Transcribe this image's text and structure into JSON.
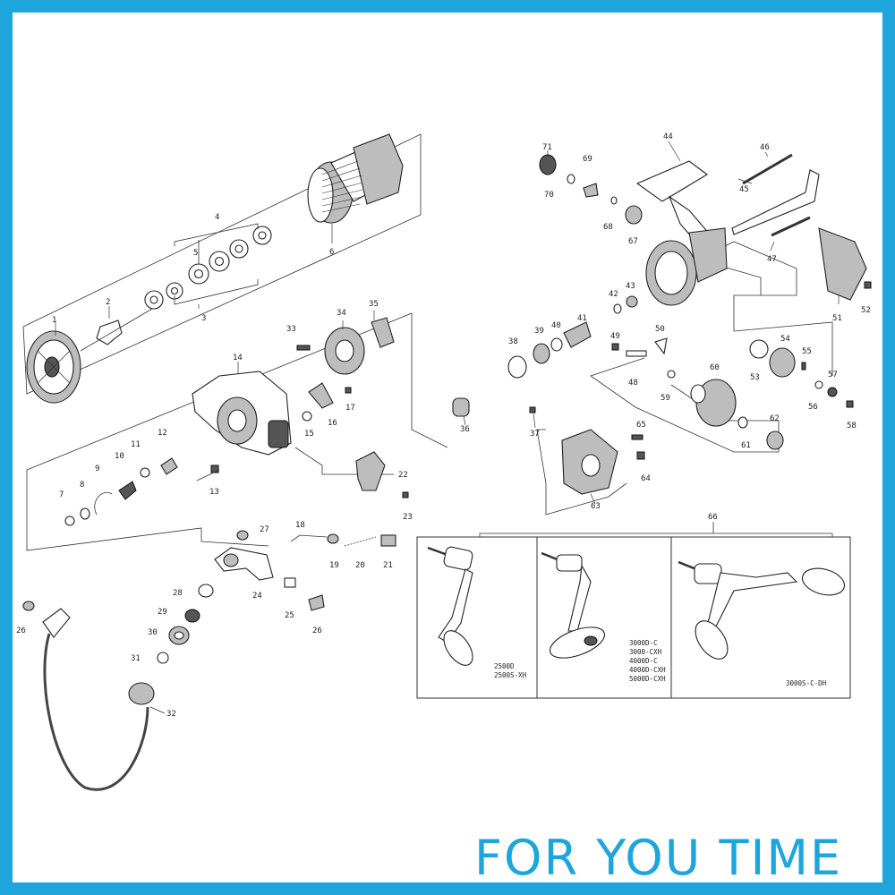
{
  "part_numbers": [
    "1",
    "2",
    "3",
    "4",
    "5",
    "6",
    "7",
    "8",
    "9",
    "10",
    "11",
    "12",
    "13",
    "14",
    "15",
    "16",
    "17",
    "18",
    "19",
    "20",
    "21",
    "22",
    "23",
    "24",
    "25",
    "26",
    "26",
    "27",
    "28",
    "29",
    "30",
    "31",
    "32",
    "33",
    "34",
    "35",
    "36",
    "37",
    "38",
    "39",
    "40",
    "41",
    "42",
    "43",
    "44",
    "45",
    "46",
    "47",
    "48",
    "49",
    "50",
    "51",
    "52",
    "53",
    "54",
    "55",
    "56",
    "57",
    "58",
    "59",
    "60",
    "61",
    "62",
    "63",
    "64",
    "65",
    "66",
    "67",
    "68",
    "69",
    "70",
    "71"
  ],
  "handle_variants": [
    {
      "models": [
        "2500D",
        "2500S-XH"
      ]
    },
    {
      "models": [
        "3000D-C",
        "3000-CXH",
        "4000D-C",
        "4000D-CXH",
        "5000D-CXH"
      ]
    },
    {
      "models": [
        "3000S-C-DH"
      ]
    }
  ],
  "watermark": "FOR YOU TIME"
}
